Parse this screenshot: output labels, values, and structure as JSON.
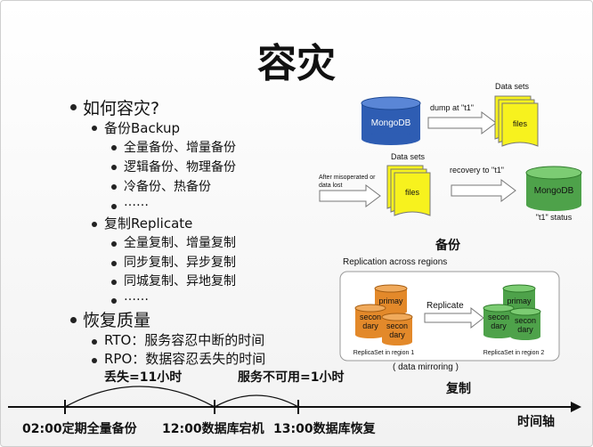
{
  "title": "容灾",
  "outline": {
    "q": "如何容灾?",
    "backup": "备份Backup",
    "backup_items": [
      "全量备份、增量备份",
      "逻辑备份、物理备份",
      "冷备份、热备份",
      "……"
    ],
    "replicate": "复制Replicate",
    "replicate_items": [
      "全量复制、增量复制",
      "同步复制、异步复制",
      "同城复制、异地复制",
      "……"
    ],
    "quality": "恢复质量",
    "quality_items": [
      "RTO：服务容忍中断的时间",
      "RPO：数据容忍丢失的时间"
    ]
  },
  "backup_diagram": {
    "db1": "MongoDB",
    "dump": "dump at \"t1\"",
    "datasets1": "Data sets",
    "files1": "files",
    "after": "After misoperated or",
    "after2": "data lost",
    "datasets2": "Data sets",
    "files2": "files",
    "recovery": "recovery to \"t1\"",
    "db2": "MongoDB",
    "status": "\"t1\" status",
    "caption": "备份"
  },
  "replication_diagram": {
    "header": "Replication across regions",
    "primay": "primay",
    "secon": "secon",
    "dary": "dary",
    "replicate": "Replicate",
    "region1": "ReplicaSet in region 1",
    "region2": "ReplicaSet in region 2",
    "mirroring": "( data mirroring )",
    "caption": "复制"
  },
  "timeline": {
    "loss": "丢失=11小时",
    "unavailable": "服务不可用=1小时",
    "t1": "02:00定期全量备份",
    "t2": "12:00数据库宕机",
    "t3": "13:00数据库恢复",
    "axis": "时间轴"
  },
  "colors": {
    "mongo_green": "#4ea24a",
    "mongo_blue": "#2e5db3",
    "files_yellow": "#f7f21e",
    "replica_orange": "#e3892a"
  }
}
